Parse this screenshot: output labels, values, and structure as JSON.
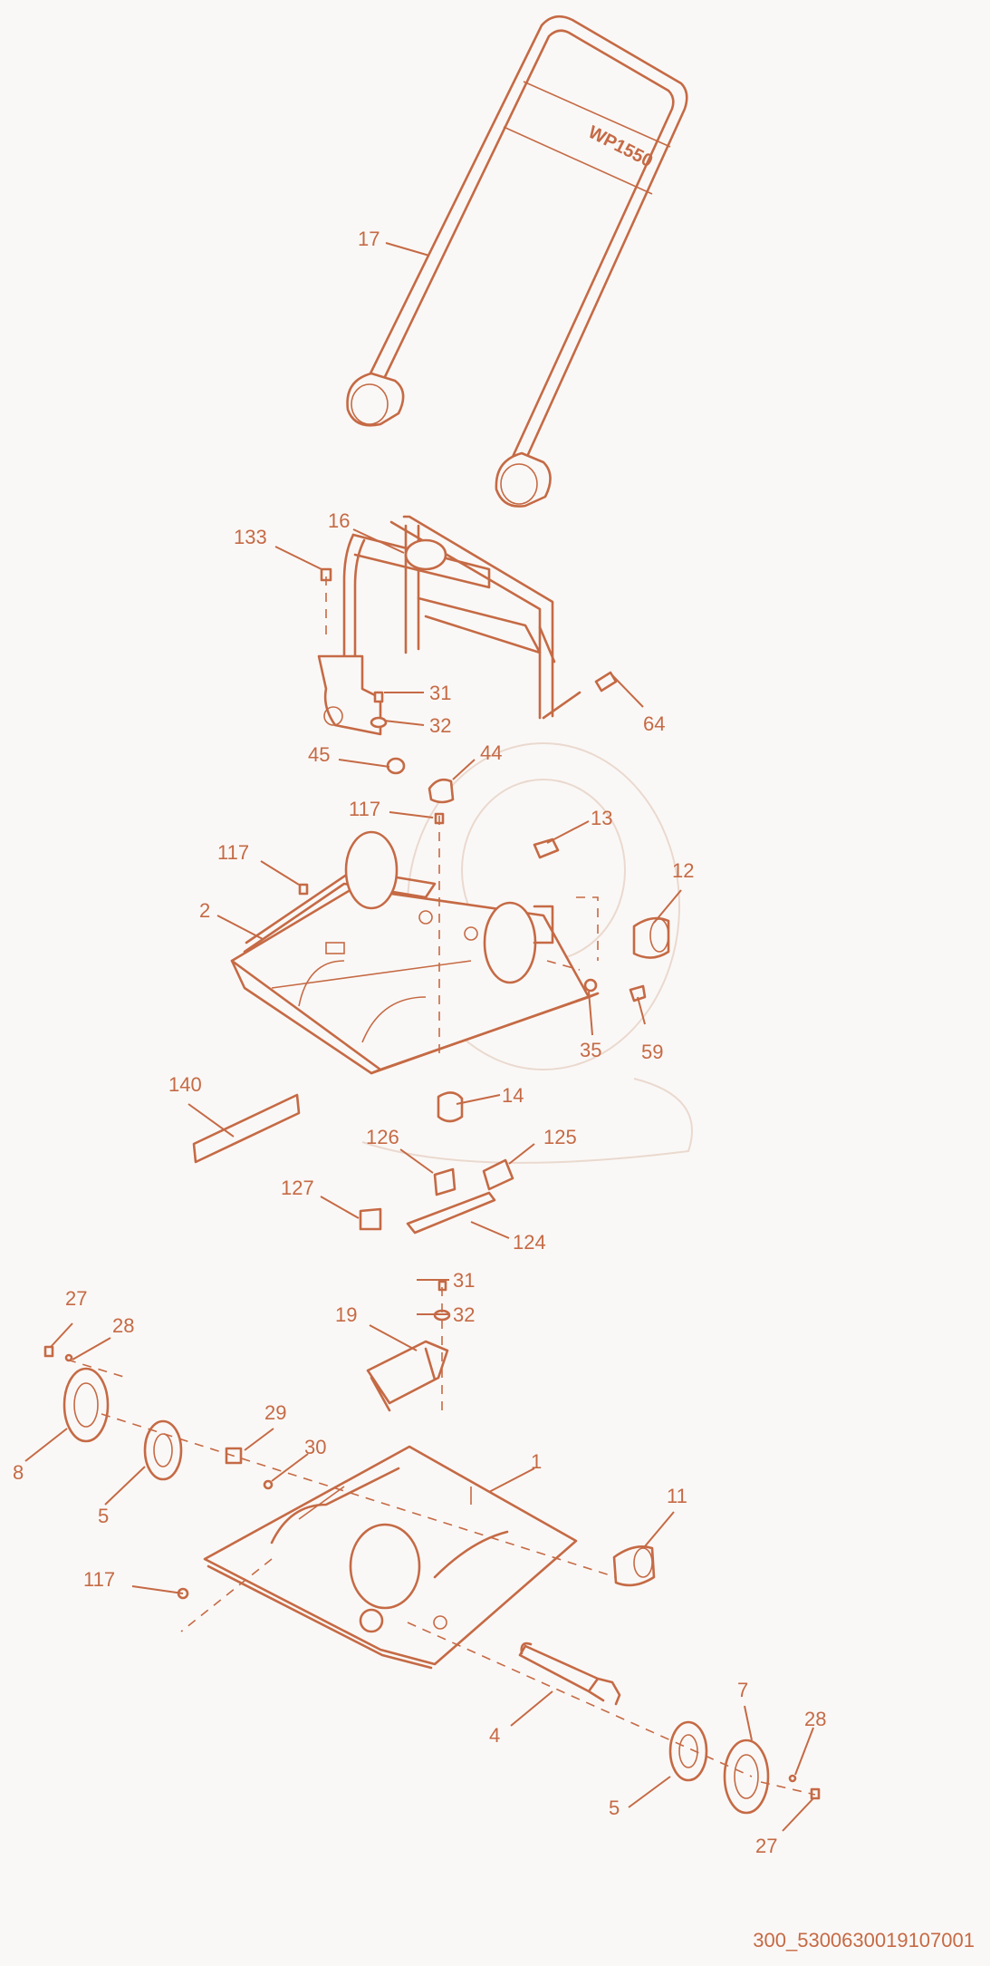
{
  "document_id": "300_5300630019107001",
  "handle_brand": "WP1550",
  "colors": {
    "line": "#c56a45",
    "background": "#faf8f6"
  },
  "callouts": [
    "17",
    "16",
    "133",
    "31",
    "32",
    "64",
    "45",
    "44",
    "117",
    "13",
    "12",
    "2",
    "35",
    "59",
    "140",
    "14",
    "126",
    "125",
    "127",
    "124",
    "27",
    "28",
    "19",
    "8",
    "5",
    "29",
    "30",
    "1",
    "11",
    "4",
    "7"
  ]
}
